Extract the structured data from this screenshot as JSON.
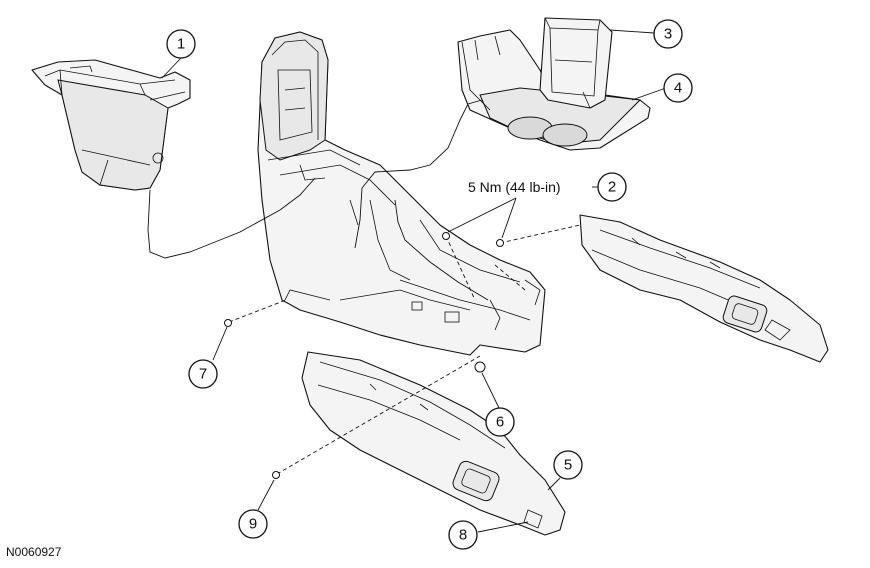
{
  "diagram": {
    "figure_id": "N0060927",
    "torque_spec": "5 Nm (44 lb-in)",
    "callouts": [
      {
        "id": "callout-1",
        "number": "1"
      },
      {
        "id": "callout-2",
        "number": "2"
      },
      {
        "id": "callout-3",
        "number": "3"
      },
      {
        "id": "callout-4",
        "number": "4"
      },
      {
        "id": "callout-5",
        "number": "5"
      },
      {
        "id": "callout-6",
        "number": "6"
      },
      {
        "id": "callout-7",
        "number": "7"
      },
      {
        "id": "callout-8",
        "number": "8"
      },
      {
        "id": "callout-9",
        "number": "9"
      }
    ]
  }
}
